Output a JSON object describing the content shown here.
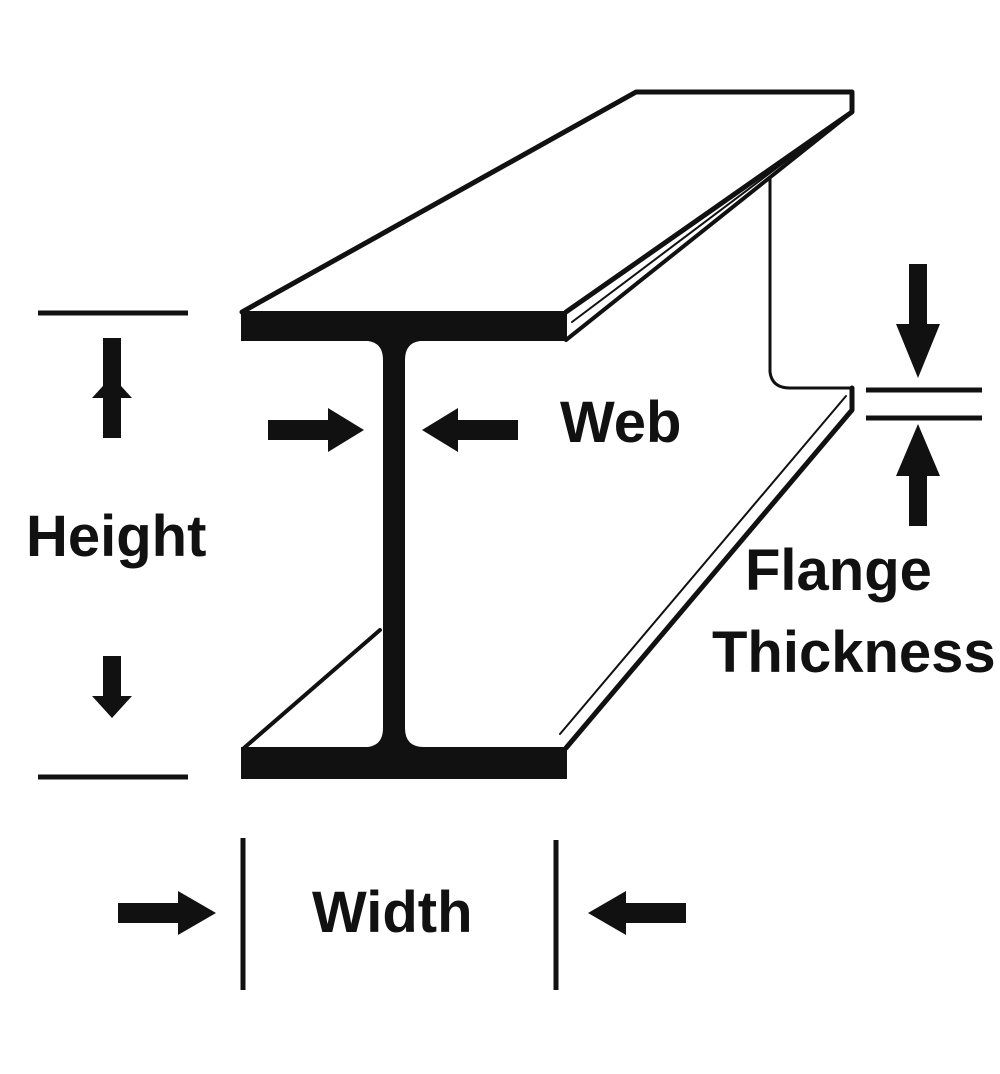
{
  "labels": {
    "height": "Height",
    "web": "Web",
    "flange_line1": "Flange",
    "flange_line2": "Thickness",
    "width": "Width"
  },
  "colors": {
    "ink": "#111111",
    "background": "#ffffff"
  }
}
